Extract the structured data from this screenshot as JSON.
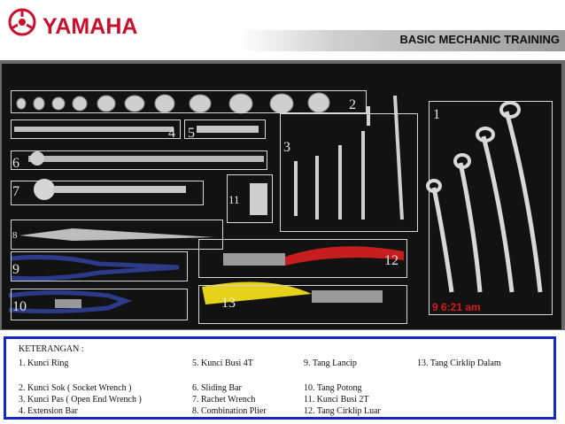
{
  "header": {
    "brand": "YAMAHA",
    "banner": "BASIC MECHANIC TRAINING"
  },
  "photo": {
    "timestamp": "9   6:21 am",
    "labels": [
      "1",
      "2",
      "3",
      "4",
      "5",
      "6",
      "7",
      "8",
      "9",
      "10",
      "11",
      "12",
      "13"
    ]
  },
  "legend": {
    "title": "KETERANGAN :",
    "columns": [
      [
        "1. Kunci Ring",
        "",
        "2. Kunci Sok ( Socket Wrench )",
        "3. Kunci Pas ( Open End Wrench )",
        "4. Extension Bar"
      ],
      [
        "5. Kunci Busi 4T",
        "",
        "6. Sliding Bar",
        "7. Rachet Wrench",
        "8. Combination Plier"
      ],
      [
        "9. Tang Lancip",
        "",
        "10. Tang Potong",
        "11. Kunci Busi 2T",
        "12. Tang Cirklip Luar"
      ],
      [
        "13. Tang Cirklip Dalam",
        "",
        "",
        "",
        ""
      ]
    ]
  },
  "colors": {
    "brand_red": "#c8102e",
    "legend_border": "#1428c8",
    "tray": "#121212"
  }
}
